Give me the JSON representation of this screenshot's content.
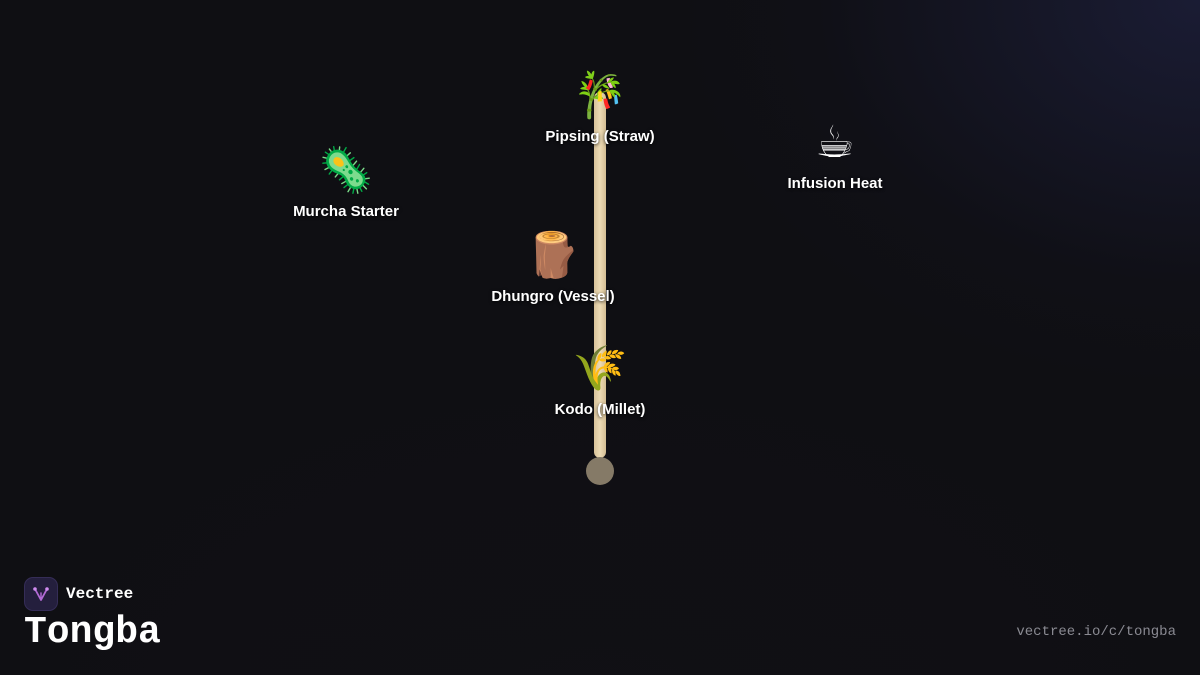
{
  "diagram": {
    "nodes": [
      {
        "id": "pipsing",
        "icon": "🎋",
        "icon_name": "bamboo-icon",
        "label": "Pipsing (Straw)"
      },
      {
        "id": "infusion",
        "icon": "☕",
        "icon_name": "hot-beverage-icon",
        "label": "Infusion Heat"
      },
      {
        "id": "murcha",
        "icon": "🦠",
        "icon_name": "microbe-icon",
        "label": "Murcha Starter"
      },
      {
        "id": "dhungro",
        "icon": "🪵",
        "icon_name": "wood-log-icon",
        "label": "Dhungro (Vessel)"
      },
      {
        "id": "kodo",
        "icon": "🌾",
        "icon_name": "rice-sheaf-icon",
        "label": "Kodo (Millet)"
      }
    ],
    "colors": {
      "background": "#0f0f13",
      "stem": "#e6d3ab",
      "stem_base": "#857a67",
      "label": "#ffffff"
    }
  },
  "brand": {
    "name": "Vectree",
    "logo_icon": "vectree-logo-icon",
    "accent": "#b36bd6"
  },
  "page": {
    "title": "Tongba",
    "url": "vectree.io/c/tongba"
  }
}
